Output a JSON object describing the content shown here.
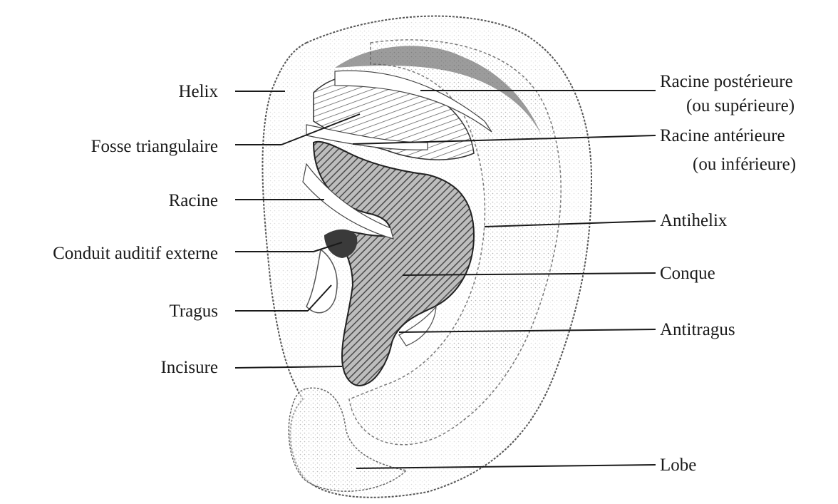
{
  "diagram": {
    "colors": {
      "ink": "#1a1a1a",
      "outline": "#555555",
      "shade_dark": "#6d6d6d",
      "shade_light": "#d6d6d6"
    },
    "labels_left": [
      {
        "key": "helix",
        "text": "Helix"
      },
      {
        "key": "fosse",
        "text": "Fosse triangulaire"
      },
      {
        "key": "racine",
        "text": "Racine"
      },
      {
        "key": "conduit",
        "text": "Conduit auditif externe"
      },
      {
        "key": "tragus",
        "text": "Tragus"
      },
      {
        "key": "incisure",
        "text": "Incisure"
      }
    ],
    "labels_right": [
      {
        "key": "racine_post",
        "text": "Racine postérieure",
        "sub": "(ou supérieure)"
      },
      {
        "key": "racine_ant",
        "text": "Racine antérieure",
        "sub": "(ou inférieure)"
      },
      {
        "key": "antihelix",
        "text": "Antihelix"
      },
      {
        "key": "conque",
        "text": "Conque"
      },
      {
        "key": "antitragus",
        "text": "Antitragus"
      },
      {
        "key": "lobe",
        "text": "Lobe"
      }
    ]
  }
}
